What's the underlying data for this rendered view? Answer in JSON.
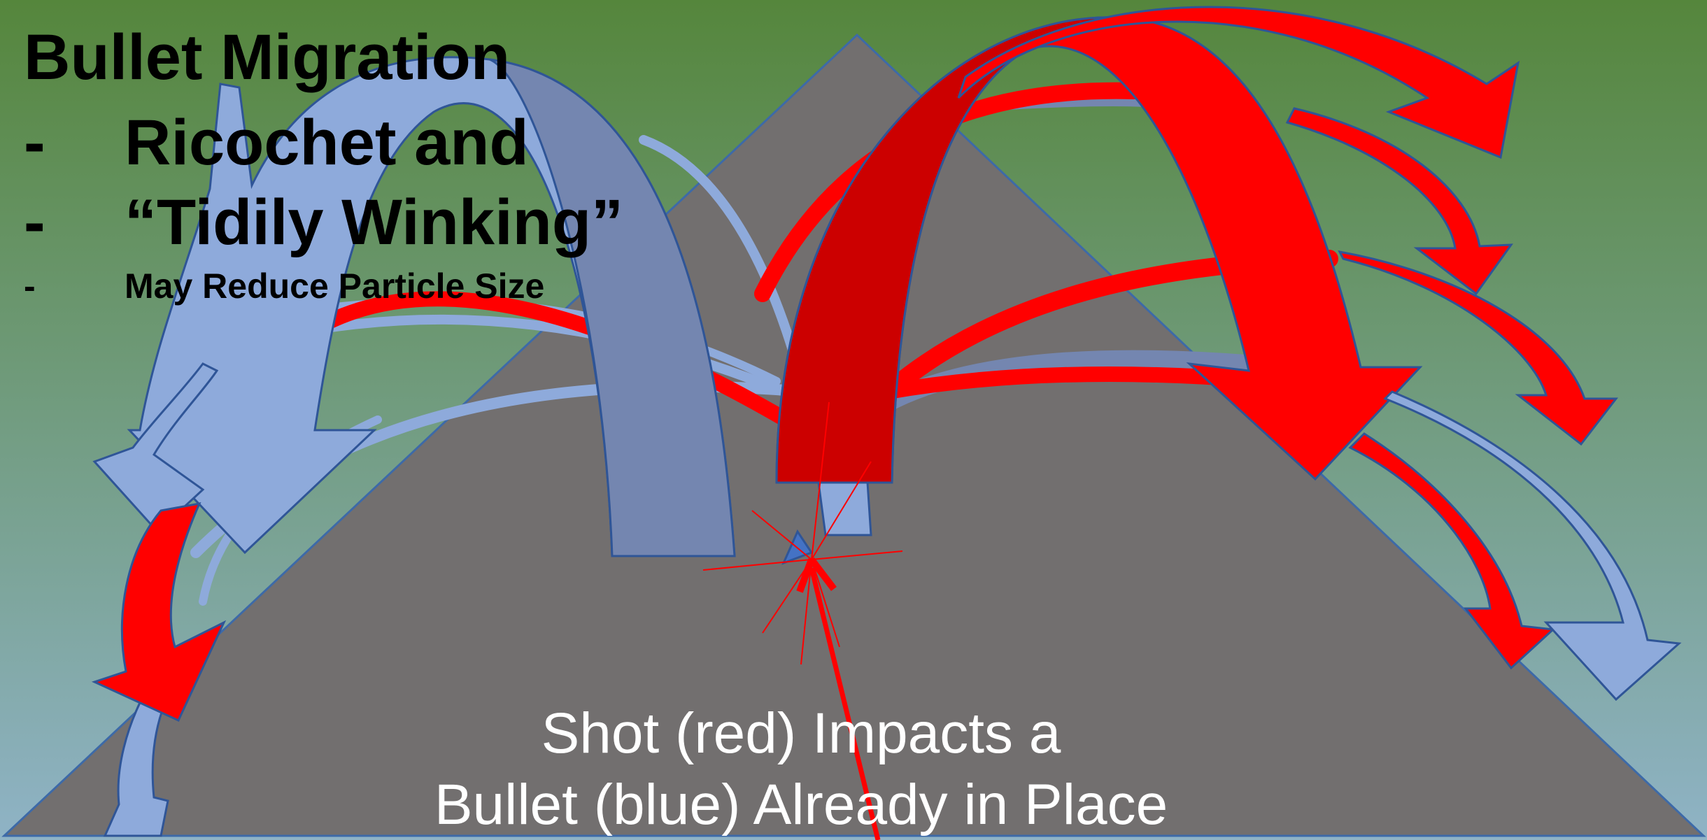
{
  "slide": {
    "title": "Bullet Migration",
    "bullets": [
      {
        "marker": "-",
        "text": "Ricochet and"
      },
      {
        "marker": "-",
        "text": "“Tidily Winking”"
      },
      {
        "marker": "-",
        "text": "May Reduce Particle Size"
      }
    ],
    "caption_lines": [
      "Shot (red) Impacts a",
      "Bullet (blue) Already in Place"
    ]
  },
  "colors": {
    "sky_top": "#55863c",
    "sky_bottom": "#8fb3c6",
    "mound": "#726f6f",
    "mound_edge": "#3d6aa8",
    "shot_red": "#ff0000",
    "shot_dark_red": "#cc0000",
    "bullet_blue": "#8eaadb",
    "bullet_dark_blue": "#7486b0",
    "outline": "#2f5597"
  }
}
